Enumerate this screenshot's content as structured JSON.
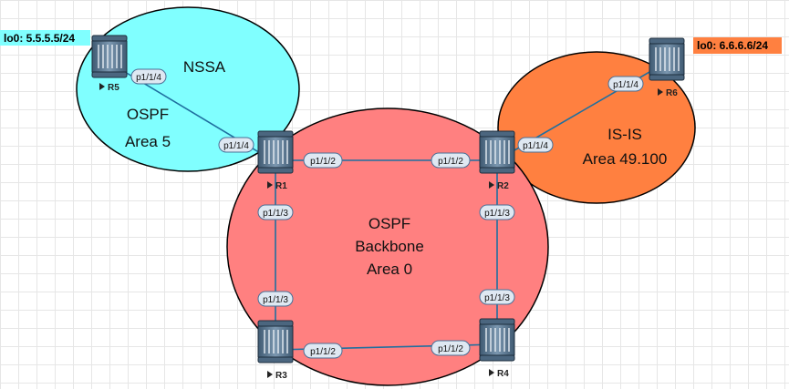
{
  "areas": {
    "nssa": {
      "title": "NSSA",
      "line1": "OSPF",
      "line2": "Area 5",
      "color": "#80ffff"
    },
    "backbone": {
      "line1": "OSPF",
      "line2": "Backbone",
      "line3": "Area 0",
      "color": "#ff8080"
    },
    "isis": {
      "line1": "IS-IS",
      "line2": "Area 49.100",
      "color": "#ff8040"
    }
  },
  "loopbacks": {
    "r5": {
      "label": "lo0: 5.5.5.5/24",
      "color": "#80ffff"
    },
    "r6": {
      "label": "lo0: 6.6.6.6/24",
      "color": "#ff8040"
    }
  },
  "routers": {
    "r1": "R1",
    "r2": "R2",
    "r3": "R3",
    "r4": "R4",
    "r5": "R5",
    "r6": "R6"
  },
  "ports": {
    "r5_r1_a": "p1/1/4",
    "r5_r1_b": "p1/1/4",
    "r1_r2_a": "p1/1/2",
    "r1_r2_b": "p1/1/2",
    "r2_r6_a": "p1/1/4",
    "r2_r6_b": "p1/1/4",
    "r1_r3_a": "p1/1/3",
    "r1_r3_b": "p1/1/3",
    "r2_r4_a": "p1/1/3",
    "r2_r4_b": "p1/1/3",
    "r3_r4_a": "p1/1/2",
    "r3_r4_b": "p1/1/2"
  },
  "colors": {
    "link": "#1f6f9f",
    "port_fill": "#dfe8f2",
    "port_stroke": "#4a6f96",
    "router_fill": "#5c7891"
  }
}
